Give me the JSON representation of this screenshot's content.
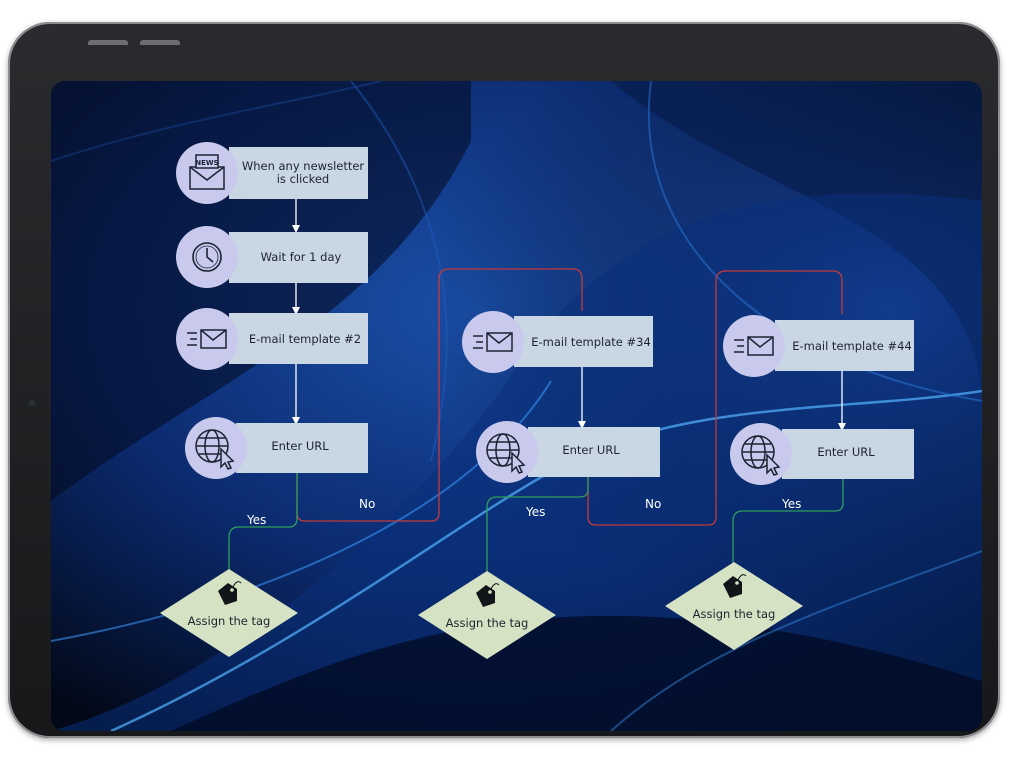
{
  "flow": {
    "start": {
      "trigger_label_line1": "When any newsletter",
      "trigger_label_line2": "is clicked",
      "wait_label": "Wait for 1 day"
    },
    "columns": [
      {
        "email_label": "E-mail template #2",
        "url_label": "Enter URL",
        "yes_label": "Yes",
        "tag_label": "Assign the tag",
        "no_label": "No"
      },
      {
        "email_label": "E-mail template #34",
        "url_label": "Enter URL",
        "yes_label": "Yes",
        "tag_label": "Assign the tag",
        "no_label": "No"
      },
      {
        "email_label": "E-mail template #44",
        "url_label": "Enter URL",
        "yes_label": "Yes",
        "tag_label": "Assign the tag"
      }
    ],
    "icons": {
      "news_badge": "NEWS",
      "trigger": "newsletter-envelope-icon",
      "wait": "clock-icon",
      "email": "fast-email-icon",
      "url": "globe-cursor-icon",
      "tag": "price-tag-icon"
    },
    "colors": {
      "node_fill": "#c9d6e4",
      "icon_circle": "#c8c9ec",
      "diamond_fill": "#d5e2c3",
      "yes_line": "#2f9e5b",
      "no_line": "#c33a3a",
      "arrow": "#ffffff"
    }
  }
}
